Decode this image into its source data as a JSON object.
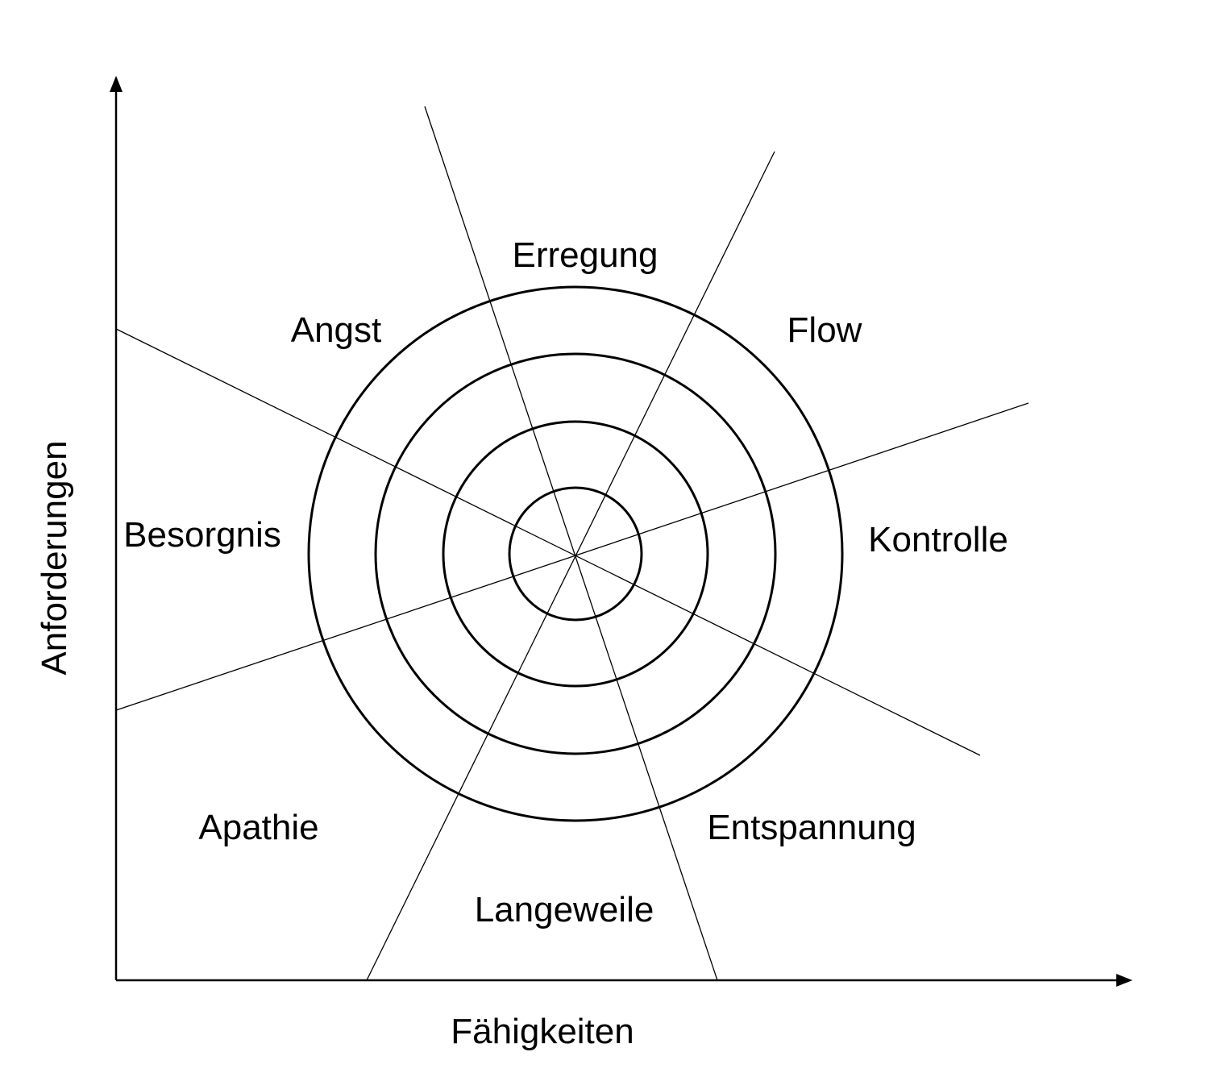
{
  "axes": {
    "y_label": "Anforderungen",
    "x_label": "Fähigkeiten"
  },
  "regions": [
    {
      "key": "erregung",
      "label": "Erregung"
    },
    {
      "key": "angst",
      "label": "Angst"
    },
    {
      "key": "flow",
      "label": "Flow"
    },
    {
      "key": "besorgnis",
      "label": "Besorgnis"
    },
    {
      "key": "kontrolle",
      "label": "Kontrolle"
    },
    {
      "key": "apathie",
      "label": "Apathie"
    },
    {
      "key": "entspannung",
      "label": "Entspannung"
    },
    {
      "key": "langeweile",
      "label": "Langeweile"
    }
  ],
  "rings": 4,
  "colors": {
    "stroke": "#000000",
    "background": "#ffffff"
  }
}
